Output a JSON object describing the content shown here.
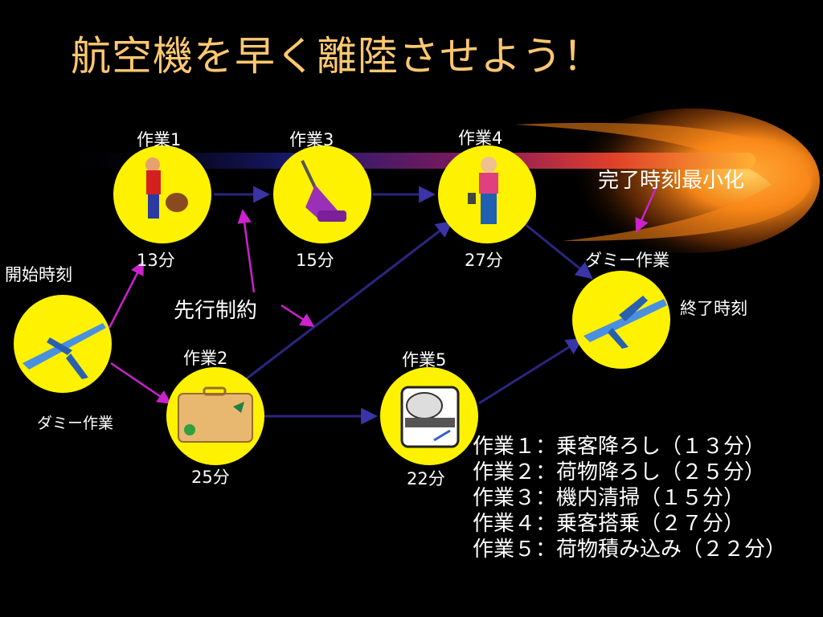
{
  "title": "航空機を早く離陸させよう！",
  "nodes": {
    "task1": {
      "label": "作業1",
      "duration": "13分"
    },
    "task2": {
      "label": "作業2",
      "duration": "25分"
    },
    "task3": {
      "label": "作業3",
      "duration": "15分"
    },
    "task4": {
      "label": "作業4",
      "duration": "27分"
    },
    "task5": {
      "label": "作業5",
      "duration": "22分"
    },
    "start": {
      "label": "開始時刻",
      "dummy": "ダミー作業"
    },
    "end": {
      "label": "終了時刻",
      "dummy": "ダミー作業"
    }
  },
  "annotations": {
    "precedence": "先行制約",
    "minimize": "完了時刻最小化"
  },
  "descriptions": [
    "作業１：乗客降ろし（１３分）",
    "作業２：荷物降ろし（２５分）",
    "作業３：機内清掃（１５分）",
    "作業４：乗客搭乗（２７分）",
    "作業５：荷物積み込み（２２分）"
  ],
  "colors": {
    "node": "#FFF200",
    "edge": "#2B2680",
    "annotation_arrow": "#CC22CC",
    "title": "#FFC870",
    "comet": "#FF9A1A"
  }
}
